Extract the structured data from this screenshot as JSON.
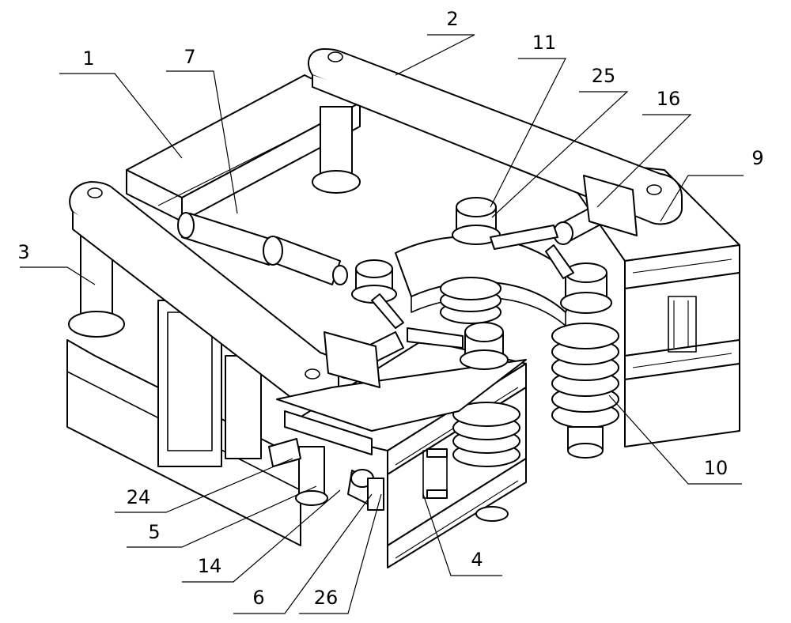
{
  "figure": {
    "labels": {
      "l1": "1",
      "l2": "2",
      "l3": "3",
      "l4": "4",
      "l5": "5",
      "l6": "6",
      "l7": "7",
      "l9": "9",
      "l10": "10",
      "l11": "11",
      "l14": "14",
      "l16": "16",
      "l24": "24",
      "l25": "25",
      "l26": "26"
    }
  }
}
